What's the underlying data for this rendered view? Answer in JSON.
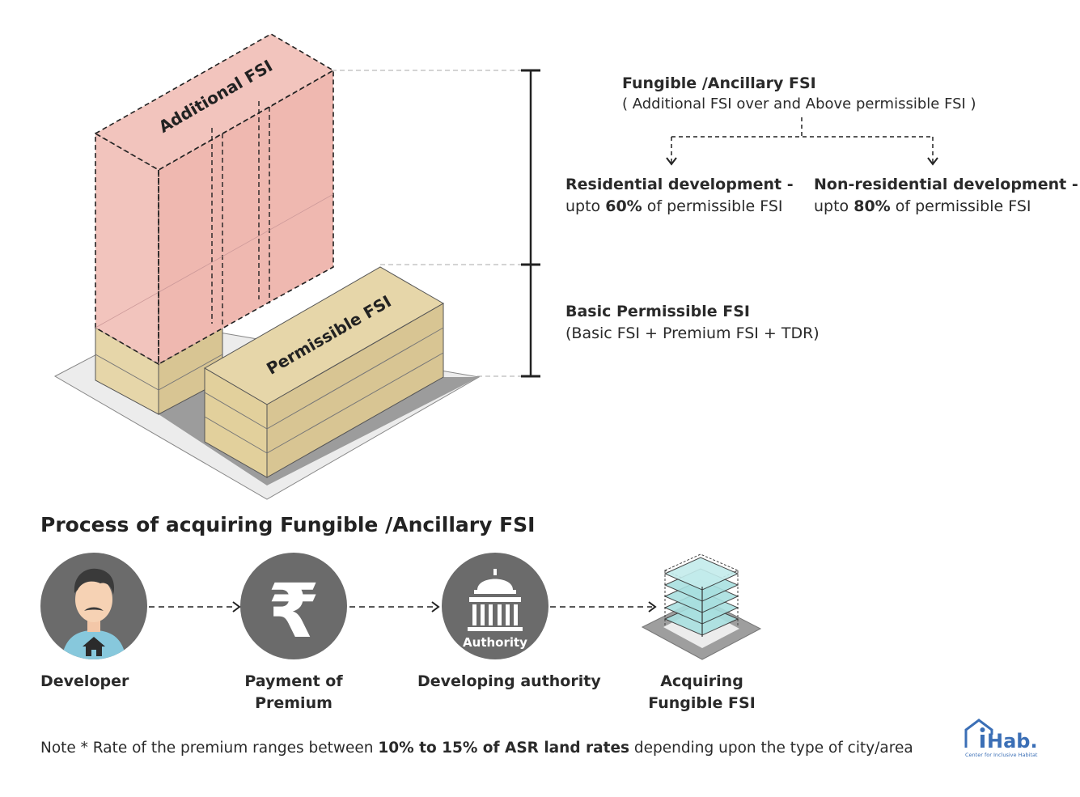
{
  "building": {
    "upper_label": "Additional FSI",
    "lower_label": "Permissible FSI",
    "colors": {
      "upper": "#f2c4bd",
      "lower": "#e6d6a9",
      "shadow": "#9c9c9c",
      "base": "#ececec"
    }
  },
  "fungible": {
    "heading": "Fungible /Ancillary FSI",
    "subheading": "( Additional FSI over and Above permissible FSI )",
    "residential": {
      "title": "Residential development -",
      "text_prefix": "upto ",
      "percent": "60%",
      "text_suffix": " of permissible FSI"
    },
    "non_residential": {
      "title": "Non-residential development -",
      "text_prefix": "upto ",
      "percent": "80%",
      "text_suffix": " of permissible FSI"
    }
  },
  "basic": {
    "heading": "Basic Permissible FSI",
    "subheading": "(Basic FSI + Premium FSI + TDR)"
  },
  "process": {
    "title": "Process of acquiring Fungible /Ancillary FSI",
    "steps": [
      {
        "label": "Developer",
        "icon": "developer-icon"
      },
      {
        "label_line1": "Payment of",
        "label_line2": "Premium",
        "icon": "rupee-icon"
      },
      {
        "label": "Developing authority",
        "icon": "authority-building-icon",
        "icon_text": "Authority"
      },
      {
        "label_line1": "Acquiring",
        "label_line2": "Fungible FSI",
        "icon": "building-layers-icon"
      }
    ]
  },
  "note": {
    "prefix": "Note * Rate of the premium ranges between ",
    "bold": "10% to 15% of ASR land rates",
    "suffix": " depending upon the type of city/area"
  },
  "logo": {
    "name": "iHab.",
    "tagline": "Center for Inclusive Habitat",
    "color": "#3b6fb6"
  }
}
